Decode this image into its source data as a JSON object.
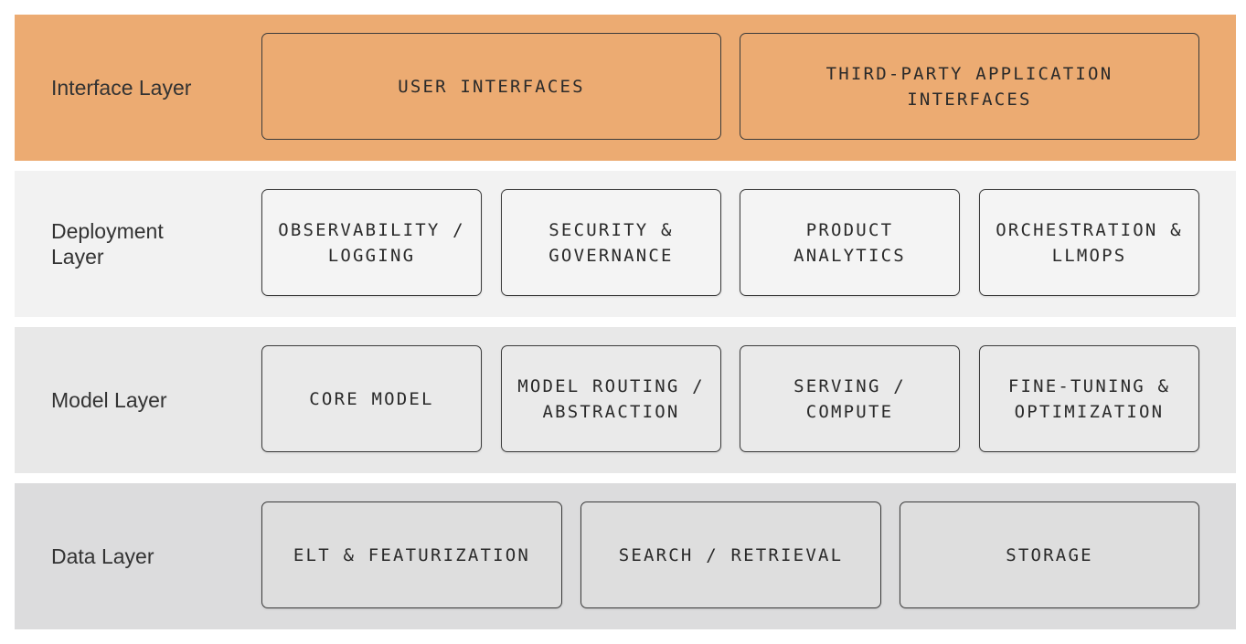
{
  "layers": {
    "interface": {
      "label": "Interface Layer",
      "boxes": [
        "USER INTERFACES",
        "THIRD-PARTY APPLICATION\nINTERFACES"
      ]
    },
    "deployment": {
      "label": "Deployment\nLayer",
      "boxes": [
        "OBSERVABILITY /\nLOGGING",
        "SECURITY &\nGOVERNANCE",
        "PRODUCT\nANALYTICS",
        "ORCHESTRATION &\nLLMOPS"
      ]
    },
    "model": {
      "label": "Model Layer",
      "boxes": [
        "CORE MODEL",
        "MODEL ROUTING /\nABSTRACTION",
        "SERVING /\nCOMPUTE",
        "FINE-TUNING &\nOPTIMIZATION"
      ]
    },
    "data": {
      "label": "Data Layer",
      "boxes": [
        "ELT & FEATURIZATION",
        "SEARCH / RETRIEVAL",
        "STORAGE"
      ]
    }
  },
  "colors": {
    "interface_bg": "#ecab72",
    "deployment_bg": "#f2f2f2",
    "model_bg": "#e8e8e8",
    "data_bg": "#dcdcdd",
    "border": "#3b3b3b"
  }
}
